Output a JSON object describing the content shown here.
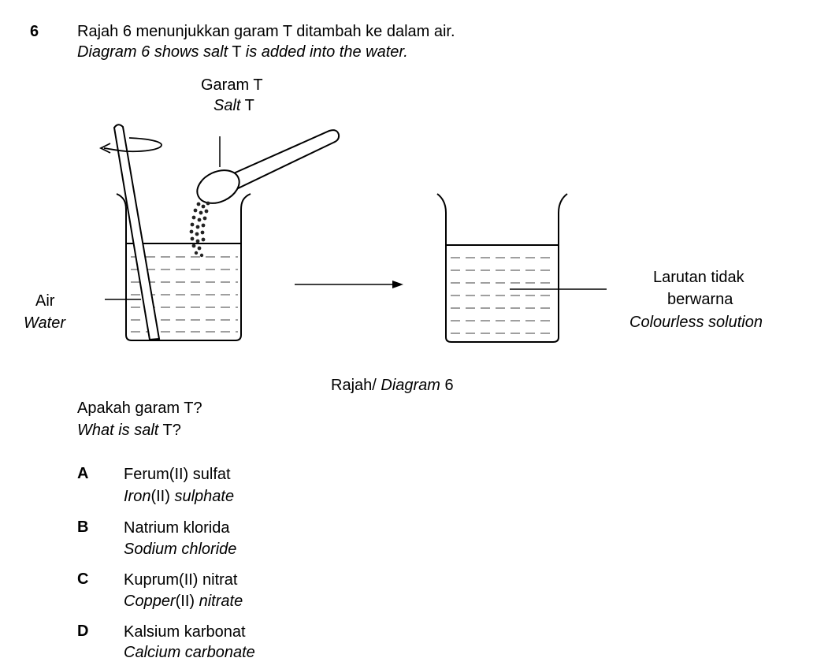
{
  "question": {
    "number": "6",
    "stem_ms": "Rajah 6 menunjukkan garam T ditambah ke dalam air.",
    "stem_en_italic": "Diagram 6 shows salt",
    "stem_en_t": " T ",
    "stem_en_rest": "is added into the water."
  },
  "diagram": {
    "salt_label_ms": "Garam T",
    "salt_label_en": "Salt",
    "salt_label_t": " T",
    "water_label_ms": "Air",
    "water_label_en": "Water",
    "solution_label_ms_1": "Larutan tidak",
    "solution_label_ms_2": "berwarna",
    "solution_label_en": "Colourless solution",
    "caption_ms": "Rajah/ ",
    "caption_en": "Diagram",
    "caption_num": " 6"
  },
  "prompt": {
    "ms": "Apakah garam T?",
    "en_italic": "What is salt",
    "en_t": " T?"
  },
  "options": [
    {
      "letter": "A",
      "ms": "Ferum(II) sulfat",
      "en_a": "Iron",
      "en_b": "(II) ",
      "en_c": "sulphate"
    },
    {
      "letter": "B",
      "ms": "Natrium klorida",
      "en_a": "Sodium chloride",
      "en_b": "",
      "en_c": ""
    },
    {
      "letter": "C",
      "ms": "Kuprum(II) nitrat",
      "en_a": "Copper",
      "en_b": "(II) ",
      "en_c": "nitrate"
    },
    {
      "letter": "D",
      "ms": "Kalsium karbonat",
      "en_a": "Calcium carbonate",
      "en_b": "",
      "en_c": ""
    }
  ]
}
